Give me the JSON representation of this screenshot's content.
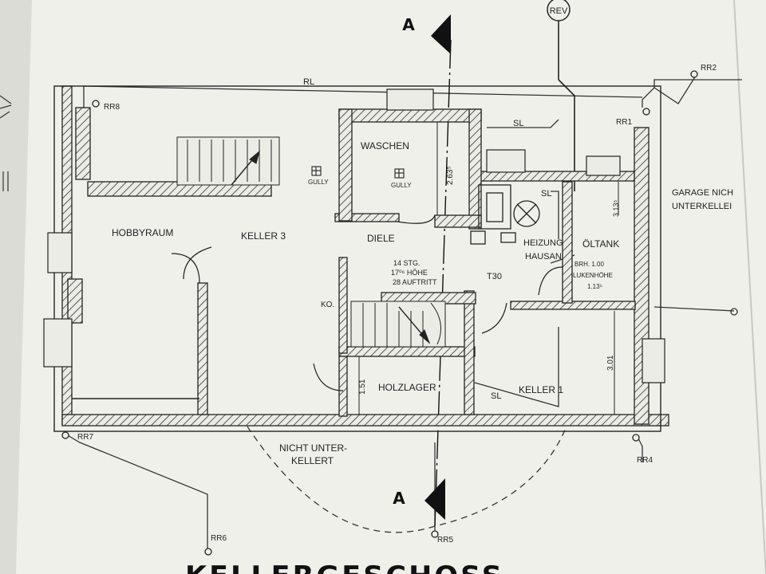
{
  "section_marks": {
    "top": "A",
    "bottom": "A"
  },
  "rev_label": "REV",
  "gullies": [
    "GULLY",
    "GULLY"
  ],
  "rooms": {
    "waschen": "WASCHEN",
    "hobbyraum": "HOBBYRAUM",
    "keller3": "KELLER 3",
    "diele": "DIELE",
    "heizung": "HEIZUNG",
    "hausan": "HAUSAN",
    "oeltank": "ÖLTANK",
    "ko": "KO.",
    "holzlager": "HOLZLAGER",
    "keller1": "KELLER 1",
    "garage_1": "GARAGE NICH",
    "garage_2": "UNTERKELLEI",
    "nicht_1": "NICHT UNTER-",
    "nicht_2": "KELLERT"
  },
  "stair": {
    "line1": "14 STG.",
    "line2": "17⁰⁶ HÖHE",
    "line3": "28 AUFTRITT"
  },
  "oeltank_notes": {
    "brh": "BRH. 1.00",
    "luken": "LUKENHÖHE",
    "luken_val": "1.13⁵"
  },
  "door_label": "T30",
  "dimensions": {
    "d263": "2.63⁵",
    "d313": "3.13⁵",
    "d301": "3.01",
    "d151": "1.51"
  },
  "pipe_labels": {
    "rl": "RL",
    "sl_top": "SL",
    "sl_mid": "SL",
    "sl_bottom": "SL"
  },
  "rain_drains": [
    "RR1",
    "RR2",
    "RR4",
    "RR5",
    "RR6",
    "RR7",
    "RR8"
  ],
  "page_title": "KELLERGESCHOSS"
}
